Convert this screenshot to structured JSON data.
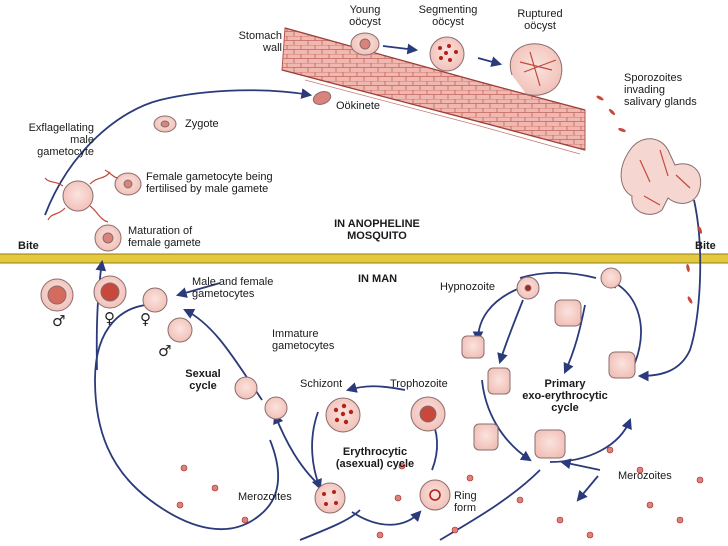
{
  "colors": {
    "arrow": "#2b3a7a",
    "band": "#e3c840",
    "band_line": "#9a7d10",
    "cell": "#f4c9c2",
    "cell_stroke": "#8a6d6d",
    "nucleus": "#b2221b",
    "stomach_wall": "#f0b8b0"
  },
  "labels": {
    "stomach_wall": "Stomach\nwall",
    "young_oocyst": "Young\noöcyst",
    "segmenting_oocyst": "Segmenting\noöcyst",
    "ruptured_oocyst": "Ruptured\noöcyst",
    "sporozoites": "Sporozoites\ninvading\nsalivary glands",
    "ookinete": "Oökinete",
    "zygote": "Zygote",
    "exflagellating": "Exflagellating\nmale\ngametocyte",
    "female_fertilised": "Female gametocyte being\nfertilised by male gamete",
    "maturation": "Maturation of\nfemale gamete",
    "bite_left": "Bite",
    "bite_right": "Bite",
    "in_mosquito": "IN ANOPHELINE\nMOSQUITO",
    "in_man": "IN MAN",
    "male_female": "Male and female\ngametocytes",
    "immature": "Immature\ngametocytes",
    "sexual_cycle": "Sexual\ncycle",
    "hypnozoite": "Hypnozoite",
    "primary_cycle": "Primary\nexo-erythrocytic\ncycle",
    "schizont": "Schizont",
    "trophozoite": "Trophozoite",
    "erythrocytic_cycle": "Erythrocytic\n(asexual) cycle",
    "merozoites_left": "Merozoites",
    "merozoites_right": "Merozoites",
    "ring_form": "Ring\nform"
  },
  "symbols": {
    "male": "♂",
    "female": "♀"
  }
}
